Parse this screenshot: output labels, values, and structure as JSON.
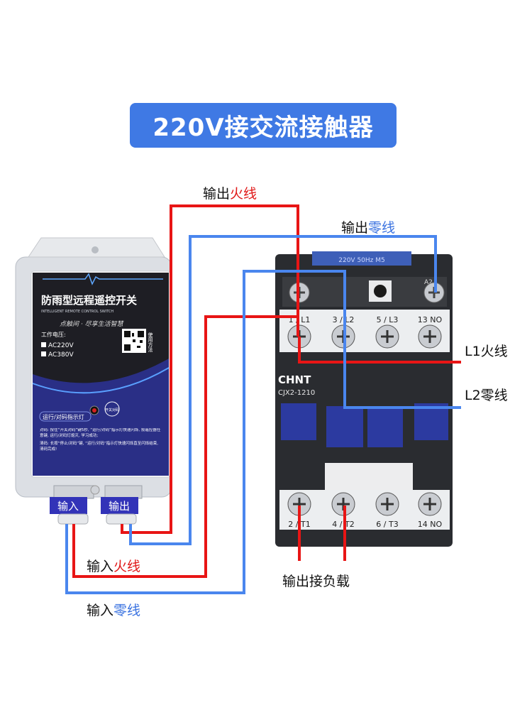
{
  "title": "220V接交流接触器",
  "labels": {
    "output_live_prefix": "输出",
    "output_live_suffix": "火线",
    "output_neutral_prefix": "输出",
    "output_neutral_suffix": "零线",
    "input_live_prefix": "输入",
    "input_live_suffix": "火线",
    "input_neutral_prefix": "输入",
    "input_neutral_suffix": "零线",
    "l1_live": "L1火线",
    "l2_neutral": "L2零线",
    "load_output": "输出接负载"
  },
  "switch_box": {
    "title_cn": "防雨型远程遥控开关",
    "title_en": "INTELLIGENT REMOTE CONTROL SWITCH",
    "slogan": "点触间 · 尽享生活智慧",
    "voltage_label": "工作电压:",
    "voltage_option_1": "AC220V",
    "voltage_option_2": "AC380V",
    "qr_caption": "使用方法",
    "indicator_label": "运行/对码指示灯",
    "button_label": "开关对码",
    "instruction_1": "对码: 按住“开关对码”键5秒, “运行/对码”指示灯快速闪烁, 按遥控器任意键, 运行/对码灯熄灭, 学习成功;",
    "instruction_2": "清码: 长按“停止/对码”键, “运行/对码”指示灯快速闪烁直至闪烁结束, 清码完成!",
    "port_input": "输入",
    "port_output": "输出"
  },
  "contactor": {
    "brand": "CHNT",
    "model": "CJX2-1210",
    "rating": "220V 50Hz M5",
    "coil_a2": "A2",
    "top_terminals": [
      "1 / L1",
      "3 / L2",
      "5 / L3",
      "13 NO"
    ],
    "bottom_terminals": [
      "2 / T1",
      "4 / T2",
      "6 / T3",
      "14 NO"
    ]
  },
  "colors": {
    "live_wire": "#e81515",
    "neutral_wire": "#4a86ee",
    "banner": "#3f79e4"
  }
}
